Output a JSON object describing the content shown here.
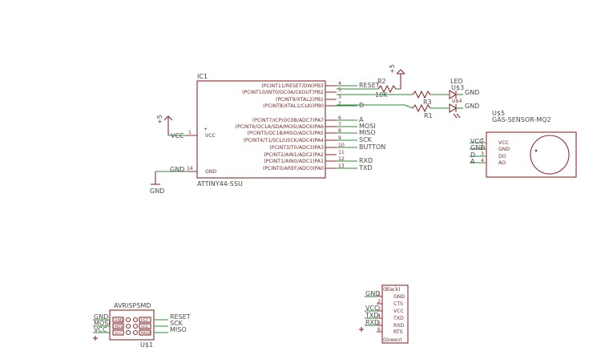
{
  "ic1": {
    "ref": "IC1",
    "value": "ATTINY44-SSU",
    "pins_right": [
      {
        "label": "(PCINT11/RESET/DW)PB3",
        "num": "4",
        "net": "RESET"
      },
      {
        "label": "(PCINT10/INT0/OC0A/CKOUT)PB2",
        "num": "5",
        "net": ""
      },
      {
        "label": "(PCINT9/XTAL2)PB1",
        "num": "3",
        "net": ""
      },
      {
        "label": "(PCINT8/XTAL1/CLKI)PB0",
        "num": "2",
        "net": "D"
      },
      {
        "label": "(PCINT7/ICP/OC0B/ADC7)PA7",
        "num": "6",
        "net": "A"
      },
      {
        "label": "(PCINT6/OC1A/SDA/MOSI/ADC6)PA6",
        "num": "7",
        "net": "MOSI"
      },
      {
        "label": "(PCINT5/OC1B/MISO/ADC5)PA5",
        "num": "8",
        "net": "MISO"
      },
      {
        "label": "(PCINT4/T1/SCL/USCK/ADC4)PA4",
        "num": "9",
        "net": "SCK"
      },
      {
        "label": "(PCINT3/T0/ADC3)PA3",
        "num": "10",
        "net": "BUTTON"
      },
      {
        "label": "(PCINT2/AIN1/ADC2)PA2",
        "num": "11",
        "net": ""
      },
      {
        "label": "(PCINT1/AIN0/ADC1)PA1",
        "num": "12",
        "net": "RXD"
      },
      {
        "label": "(PCINT0/AREF/ADC0)PA0",
        "num": "13",
        "net": "TXD"
      }
    ],
    "vcc_label": "VCC",
    "vcc_num": "1",
    "vcc_net": "VCC",
    "gnd_label": "GND",
    "gnd_num": "14",
    "gnd_net": "GND"
  },
  "power": {
    "plus5": "+5",
    "gnd": "GND"
  },
  "resistors": {
    "r2": {
      "ref": "R2",
      "value": "10K"
    },
    "r3": {
      "ref": "R3"
    },
    "r1": {
      "ref": "R1"
    }
  },
  "leds": {
    "led_label": "LED",
    "u3": "U$3",
    "u4": "U$4",
    "gnd1": "GND",
    "gnd2": "GND"
  },
  "gas_sensor": {
    "ref": "U$5",
    "value": "GAS-SENSOR-MQ2",
    "pins": [
      {
        "net": "VCC",
        "num": "1",
        "label": "VCC"
      },
      {
        "net": "GND",
        "num": "2",
        "label": "GND"
      },
      {
        "net": "D",
        "num": "3",
        "label": "DO"
      },
      {
        "net": "A",
        "num": "4",
        "label": "AO"
      }
    ]
  },
  "isp": {
    "title": "AVRISPSMD",
    "ref": "U$1",
    "left_nets": [
      "GND",
      "MOSI",
      "VCC"
    ],
    "left_pins": [
      "GND",
      "MOSI",
      "VCC"
    ],
    "right_pins": [
      "RST",
      "SCK",
      "MISO"
    ],
    "right_nets": [
      "RESET",
      "SCK",
      "MISO"
    ]
  },
  "ftdi": {
    "top": "(Black)",
    "bottom": "(Green)",
    "pins": [
      "GND",
      "CTS",
      "VCC",
      "TXD",
      "RXD",
      "RTS"
    ],
    "nums": [
      "1",
      "2",
      "3",
      "4",
      "5",
      "6"
    ],
    "nets": [
      "GND",
      "",
      "VCC",
      "TXD",
      "RXD",
      ""
    ]
  }
}
